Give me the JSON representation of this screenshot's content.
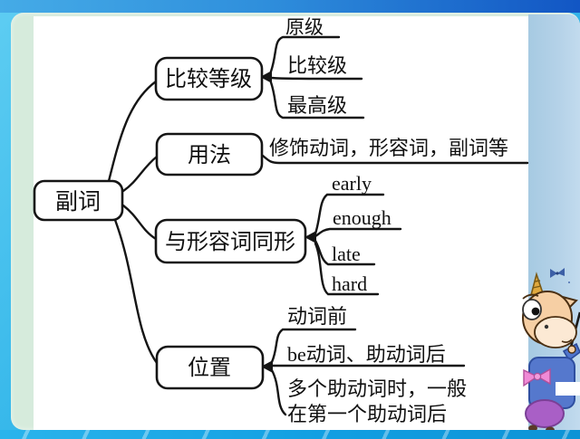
{
  "slide": {
    "background_color": "#35b7ea",
    "top_bar_colors": [
      "#45abe7",
      "#1256c4"
    ],
    "frame_color": "#d6ebdc",
    "content_color": "#ffffff",
    "side_panel_color": "#aecfe4",
    "bottom_bar_color": "#14a1e4",
    "ink_color": "#151515"
  },
  "mindmap": {
    "root": {
      "label": "副词"
    },
    "branches": [
      {
        "label": "比较等级",
        "children": [
          {
            "label": "原级"
          },
          {
            "label": "比较级"
          },
          {
            "label": "最高级"
          }
        ]
      },
      {
        "label": "用法",
        "children": [
          {
            "label": "修饰动词，形容词，副词等"
          }
        ]
      },
      {
        "label": "与形容词同形",
        "children": [
          {
            "label": "early"
          },
          {
            "label": "enough"
          },
          {
            "label": "late"
          },
          {
            "label": "hard"
          }
        ]
      },
      {
        "label": "位置",
        "children": [
          {
            "label": "动词前"
          },
          {
            "label": "be动词、助动词后"
          },
          {
            "label": "多个助动词时，一般",
            "label2": "在第一个助动词后"
          }
        ]
      }
    ]
  },
  "illustrations": {
    "mascot": "cartoon-cow-teacher-with-pointer",
    "floating_accessory": "small-blue-bowtie"
  }
}
